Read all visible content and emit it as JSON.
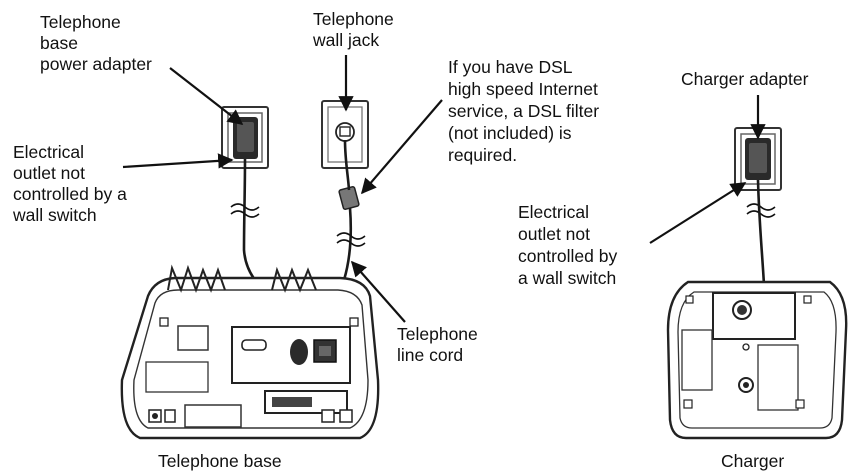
{
  "labels": {
    "base_power_adapter": "Telephone\nbase\npower adapter",
    "wall_jack": "Telephone\nwall jack",
    "dsl_note": "If you have DSL\nhigh speed Internet\nservice, a DSL filter\n(not included) is\nrequired.",
    "charger_adapter": "Charger adapter",
    "outlet_left": "Electrical\noutlet not\ncontrolled by a\nwall switch",
    "outlet_right": "Electrical\noutlet not\ncontrolled by\na wall switch",
    "line_cord": "Telephone\nline cord",
    "telephone_base": "Telephone base",
    "charger": "Charger"
  },
  "colors": {
    "line": "#1a1a1a",
    "outlet": "#555555",
    "adapter": "#222222"
  }
}
